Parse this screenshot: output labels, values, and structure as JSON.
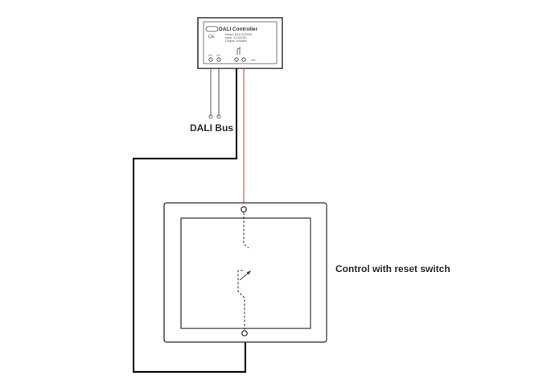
{
  "controller": {
    "title": "DALI Controller",
    "model_line": "Model: DALI-DS2DN",
    "input_line": "Input: 12-24VDC",
    "output_line": "Output: 1xSwitch",
    "ce_mark": "CE",
    "term_left_1": "DA",
    "term_left_2": "DA",
    "term_right": "SW",
    "logo_icon": "brand-logo-icon"
  },
  "labels": {
    "dali_bus": "DALI Bus",
    "control_switch": "Control with reset switch"
  },
  "colors": {
    "wire": "#111111",
    "signal_wire": "#cc3333",
    "outline": "#333333"
  }
}
